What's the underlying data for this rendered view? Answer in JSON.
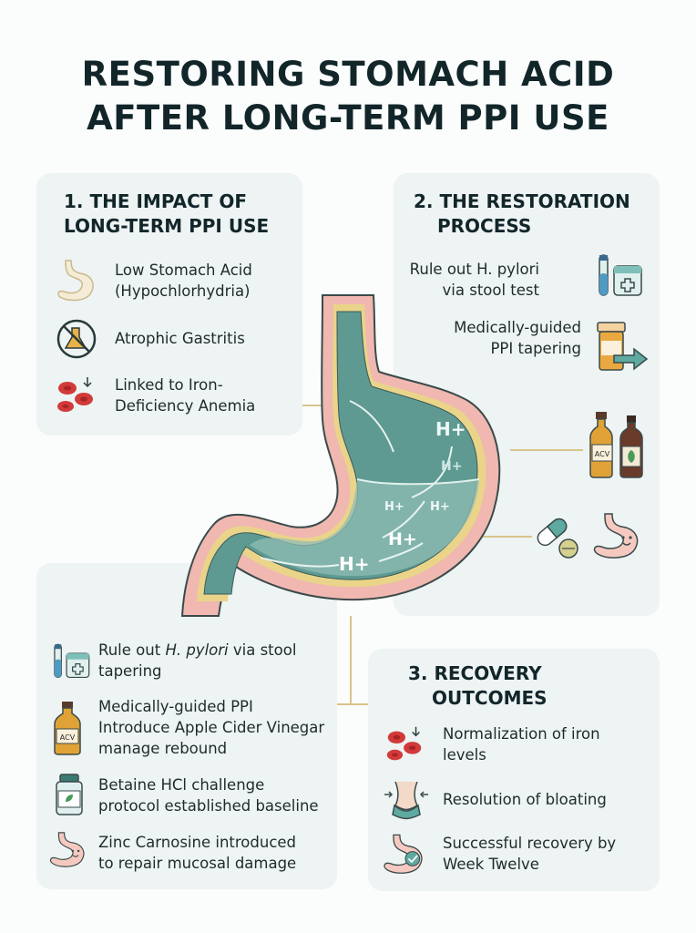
{
  "title": {
    "line1": "RESTORING STOMACH ACID",
    "line2": "AFTER LONG-TERM PPI USE"
  },
  "impact": {
    "heading_line1": "1. THE IMPACT OF",
    "heading_line2": "LONG-TERM PPI USE",
    "items": [
      {
        "icon": "stomach-icon",
        "line1": "Low Stomach Acid",
        "line2": "(Hypochlorhydria)"
      },
      {
        "icon": "no-acid-icon",
        "line1": "Atrophic Gastritis",
        "line2": ""
      },
      {
        "icon": "blood-cells-icon",
        "line1": "Linked to Iron-",
        "line2": "Deficiency Anemia"
      }
    ]
  },
  "restoration": {
    "heading_line1": "2. THE RESTORATION",
    "heading_line2": "PROCESS",
    "items": [
      {
        "icon": "test-tube-icon",
        "line1": "Rule out H. pylori",
        "line2": "via stool test"
      },
      {
        "icon": "pill-bottle-arrow-icon",
        "line1": "Medically-guided",
        "line2": "PPI tapering"
      }
    ],
    "extra_icons": [
      "acv-bottles-icon",
      "capsule-pill-icon",
      "happy-stomach-icon"
    ],
    "acv_label": "ACV"
  },
  "steps": {
    "items": [
      {
        "icon": "test-tube-icon",
        "line1_pre": "Rule out ",
        "line1_em": "H. pylori",
        "line1_post": " via stool",
        "line2": "tapering"
      },
      {
        "icon": "acv-bottle-icon",
        "line1": "Medically-guided PPI",
        "line2": "Introduce Apple Cider Vinegar",
        "line3": "manage rebound",
        "label": "ACV"
      },
      {
        "icon": "supplement-jar-icon",
        "line1": "Betaine HCl challenge",
        "line2": "protocol established baseline"
      },
      {
        "icon": "stomach-icon",
        "line1": "Zinc Carnosine introduced",
        "line2": "to repair mucosal damage"
      }
    ]
  },
  "recovery": {
    "heading_line1": "3. RECOVERY",
    "heading_line2": "OUTCOMES",
    "items": [
      {
        "icon": "blood-cells-icon",
        "line1": "Normalization of iron",
        "line2": "levels"
      },
      {
        "icon": "waist-icon",
        "line1": "Resolution of bloating",
        "line2": ""
      },
      {
        "icon": "stomach-check-icon",
        "line1": "Successful recovery by",
        "line2": "Week Twelve"
      }
    ]
  },
  "stomach": {
    "labels": [
      "H+",
      "H+",
      "H+",
      "H+",
      "H+",
      "H+"
    ]
  },
  "colors": {
    "card_bg": "#eef3f3",
    "stomach_fill": "#5e9a92",
    "stomach_wall": "#f0b8b0",
    "connector": "#d9c48a",
    "heading": "#12262a"
  }
}
